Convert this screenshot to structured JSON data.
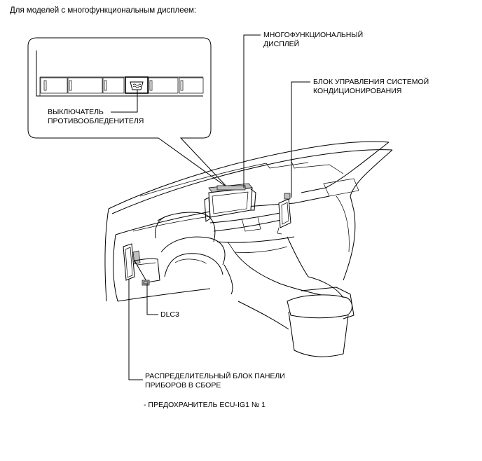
{
  "title": "Для моделей с многофункциональным дисплеем:",
  "labels": {
    "multifunction_display": [
      "МНОГОФУНКЦИОНАЛЬНЫЙ",
      "ДИСПЛЕЙ"
    ],
    "ac_control": [
      "БЛОК УПРАВЛЕНИЯ СИСТЕМОЙ",
      "КОНДИЦИОНИРОВАНИЯ"
    ],
    "deicer_switch": [
      "ВЫКЛЮЧАТЕЛЬ",
      "ПРОТИВООБЛЕДЕНИТЕЛЯ"
    ],
    "dlc3": "DLC3",
    "junction_block": [
      "РАСПРЕДЕЛИТЕЛЬНЫЙ БЛОК ПАНЕЛИ",
      "ПРИБОРОВ В СБОРЕ"
    ],
    "fuse_note": "- ПРЕДОХРАНИТЕЛЬ ECU-IG1 № 1"
  },
  "icons": {
    "deicer": "windshield-deicer-icon"
  }
}
